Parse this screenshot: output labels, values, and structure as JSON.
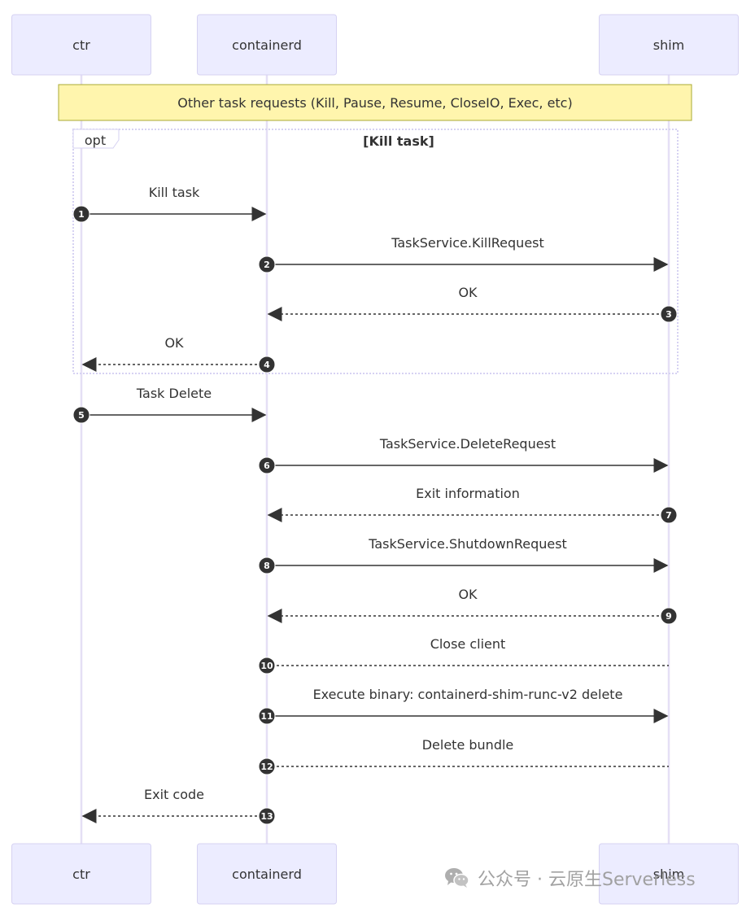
{
  "colors": {
    "actor_fill": "#ececff",
    "actor_stroke": "#d6d2f2",
    "lifeline": "#e5dff5",
    "note_fill": "#fff5ad",
    "note_stroke": "#aaaa33",
    "loop_stroke": "#d6d2f2",
    "text": "#333333",
    "sequence_marker": "#333333"
  },
  "actors": [
    {
      "id": "ctr",
      "label": "ctr"
    },
    {
      "id": "containerd",
      "label": "containerd"
    },
    {
      "id": "shim",
      "label": "shim"
    }
  ],
  "note": {
    "text": "Other task requests (Kill, Pause, Resume, CloseIO, Exec, etc)"
  },
  "opt_block": {
    "label": "opt",
    "title": "[Kill task]"
  },
  "messages": [
    {
      "num": "1",
      "from": "ctr",
      "to": "containerd",
      "label": "Kill task",
      "style": "solid"
    },
    {
      "num": "2",
      "from": "containerd",
      "to": "shim",
      "label": "TaskService.KillRequest",
      "style": "solid"
    },
    {
      "num": "3",
      "from": "shim",
      "to": "containerd",
      "label": "OK",
      "style": "dotted"
    },
    {
      "num": "4",
      "from": "containerd",
      "to": "ctr",
      "label": "OK",
      "style": "dotted"
    },
    {
      "num": "5",
      "from": "ctr",
      "to": "containerd",
      "label": "Task Delete",
      "style": "solid"
    },
    {
      "num": "6",
      "from": "containerd",
      "to": "shim",
      "label": "TaskService.DeleteRequest",
      "style": "solid"
    },
    {
      "num": "7",
      "from": "shim",
      "to": "containerd",
      "label": "Exit information",
      "style": "dotted"
    },
    {
      "num": "8",
      "from": "containerd",
      "to": "shim",
      "label": "TaskService.ShutdownRequest",
      "style": "solid"
    },
    {
      "num": "9",
      "from": "shim",
      "to": "containerd",
      "label": "OK",
      "style": "dotted"
    },
    {
      "num": "10",
      "from": "containerd",
      "to": "shim",
      "label": "Close client",
      "style": "dotted-open"
    },
    {
      "num": "11",
      "from": "containerd",
      "to": "shim",
      "label": "Execute binary: containerd-shim-runc-v2 delete",
      "style": "solid"
    },
    {
      "num": "12",
      "from": "containerd",
      "to": "shim",
      "label": "Delete bundle",
      "style": "dotted-open"
    },
    {
      "num": "13",
      "from": "containerd",
      "to": "ctr",
      "label": "Exit code",
      "style": "dotted"
    }
  ],
  "watermark": {
    "text": "公众号 · 云原生Serverless",
    "icon": "wechat-icon"
  }
}
